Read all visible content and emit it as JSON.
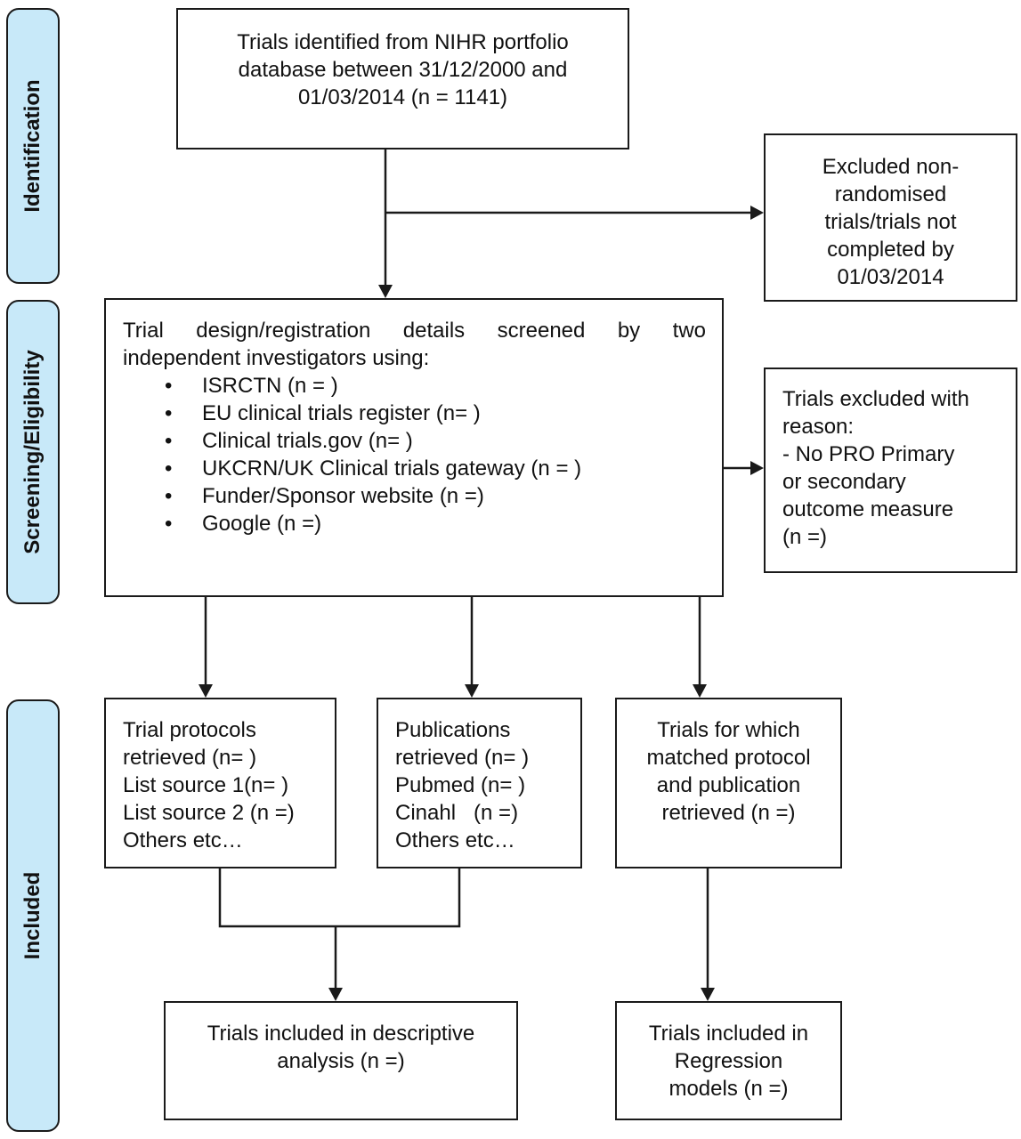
{
  "phases": {
    "identification": "Identification",
    "screening": "Screening/Eligibility",
    "included": "Included"
  },
  "boxes": {
    "identified": {
      "lines": [
        "Trials identified from NIHR portfolio",
        "database between 31/12/2000 and",
        "01/03/2014 (n = 1141)"
      ]
    },
    "excluded_nonrandomised": {
      "lines": [
        "Excluded non-",
        "randomised",
        "trials/trials not",
        "completed by",
        "01/03/2014"
      ]
    },
    "screened": {
      "intro_line1": "Trial design/registration details screened by two",
      "intro_line2": "independent investigators using:",
      "items": [
        "ISRCTN (n = )",
        "EU clinical trials register (n= )",
        "Clinical trials.gov (n= )",
        "UKCRN/UK Clinical trials gateway (n = )",
        "Funder/Sponsor website (n =)",
        "Google (n =)"
      ]
    },
    "excluded_reason": {
      "lines": [
        "Trials excluded with",
        "reason:",
        "- No PRO Primary",
        "or secondary",
        "outcome measure",
        "(n =)"
      ]
    },
    "protocols": {
      "lines": [
        "Trial protocols",
        "retrieved (n= )",
        "List source 1(n= )",
        "List source 2 (n =)",
        "Others etc…"
      ]
    },
    "publications": {
      "lines": [
        "Publications",
        "retrieved (n= )",
        "Pubmed (n= )",
        "Cinahl   (n =)",
        "Others etc…"
      ]
    },
    "matched": {
      "lines": [
        "Trials for which",
        "matched protocol",
        "and publication",
        "retrieved (n =)"
      ]
    },
    "descriptive": {
      "lines": [
        "Trials included in descriptive",
        "analysis (n =)"
      ]
    },
    "regression": {
      "lines": [
        "Trials included in",
        "Regression",
        "models (n =)"
      ]
    }
  }
}
